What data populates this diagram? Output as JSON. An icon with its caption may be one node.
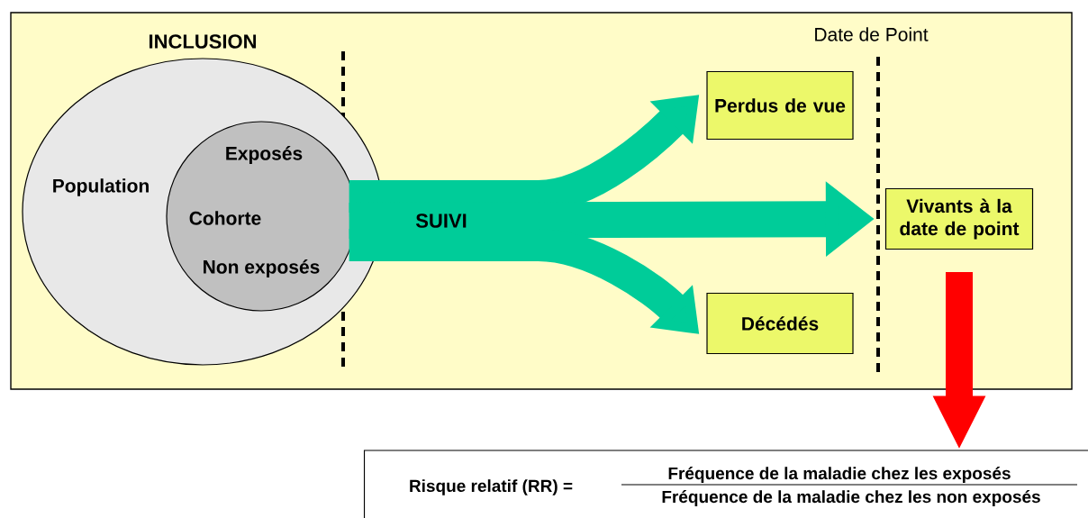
{
  "diagram": {
    "nodes": [
      {
        "text": [
          "Population"
        ]
      },
      {
        "text": [
          "Exposés",
          "Cohorte",
          "Non exposés"
        ],
        "in": 0
      },
      {
        "text": [
          "Perdus de vue"
        ]
      },
      {
        "text": [
          "Vivants à la date de point"
        ]
      },
      {
        "text": [
          "Décédés"
        ]
      },
      {
        "text": [
          "Risque relatif (RR) =",
          "Fréquence de la maladie chez les exposés",
          "Fréquence de la maladie chez les non exposés"
        ]
      }
    ],
    "edges": [
      {
        "from": 1,
        "to": 2,
        "arrow": "to"
      },
      {
        "from": 1,
        "to": 3,
        "arrow": "to",
        "label": "SUIVI"
      },
      {
        "from": 1,
        "to": 4,
        "arrow": "to"
      },
      {
        "from": 3,
        "to": 5,
        "arrow": "to",
        "color": "#ff0000"
      }
    ],
    "labels": [
      "INCLUSION",
      "Date de Point"
    ]
  }
}
